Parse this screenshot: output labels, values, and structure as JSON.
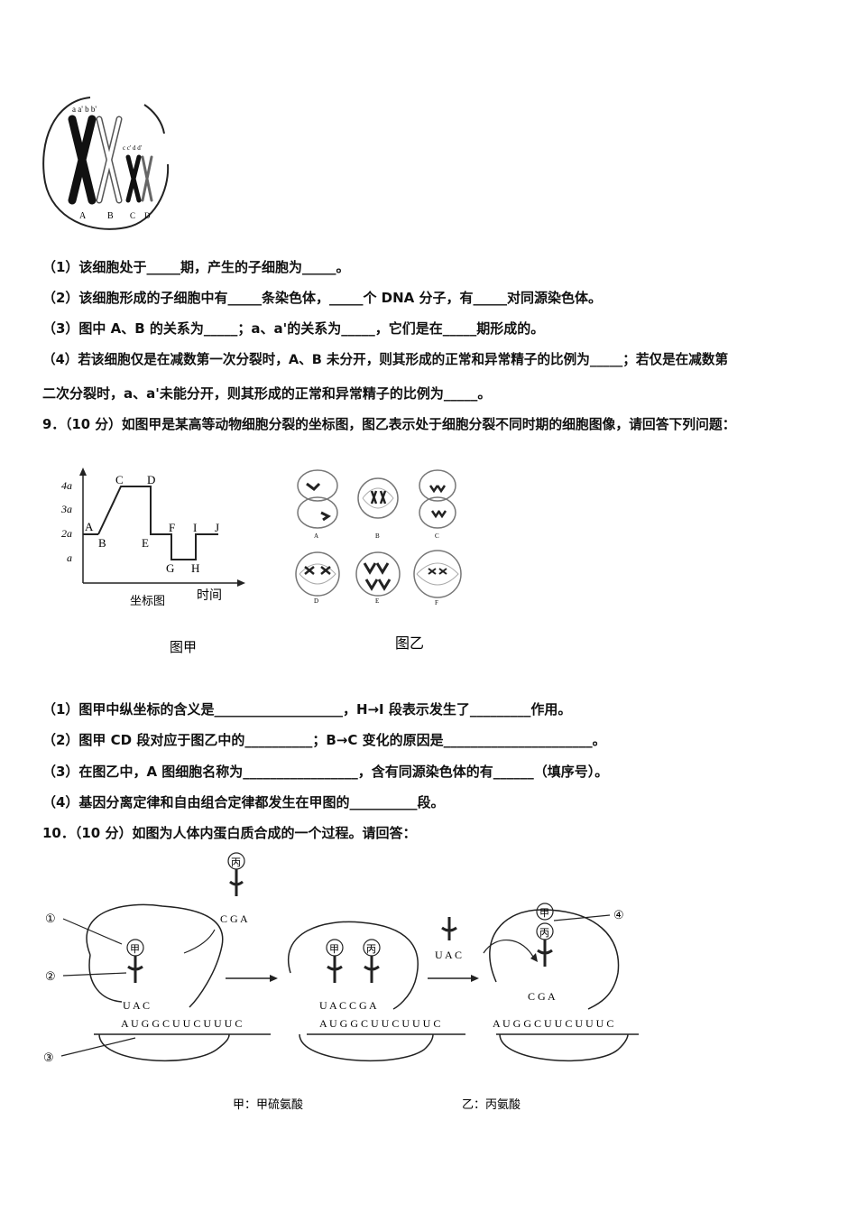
{
  "fig_chromosomes": {
    "top_labels": "a a' b b'",
    "small_labels": "c c' d d'",
    "bottom_labels": [
      "A",
      "B",
      "C",
      "D"
    ]
  },
  "q8": {
    "p1": "（1）该细胞处于_____期，产生的子细胞为_____。",
    "p2": "（2）该细胞形成的子细胞中有_____条染色体，_____个 DNA 分子，有_____对同源染色体。",
    "p3": "（3）图中 A、B 的关系为_____；a、a'的关系为_____，它们是在_____期形成的。",
    "p4a": "（4）若该细胞仅是在减数第一次分裂时，A、B 未分开，则其形成的正常和异常精子的比例为_____；若仅是在减数第",
    "p4b": "二次分裂时，a、a'未能分开，则其形成的正常和异常精子的比例为_____。"
  },
  "q9": {
    "header": "9．（10 分）如图甲是某高等动物细胞分裂的坐标图，图乙表示处于细胞分裂不同时期的细胞图像，请回答下列问题：",
    "fig_jia": {
      "y_ticks": [
        "4a",
        "3a",
        "2a",
        "a"
      ],
      "points": [
        "A",
        "B",
        "C",
        "D",
        "E",
        "F",
        "G",
        "H",
        "I",
        "J"
      ],
      "x_label": "时间",
      "subtitle": "坐标图",
      "caption": "图甲"
    },
    "fig_yi": {
      "cells": [
        "A",
        "B",
        "C",
        "D",
        "E",
        "F"
      ],
      "caption": "图乙"
    },
    "p1": "（1）图甲中纵坐标的含义是___________________，H→I 段表示发生了_________作用。",
    "p2": "（2）图甲 CD 段对应于图乙中的__________；B→C 变化的原因是______________________。",
    "p3": "（3）在图乙中，A 图细胞名称为_________________，含有同源染色体的有______（填序号）。",
    "p4": "（4）基因分离定律和自由组合定律都发生在甲图的__________段。"
  },
  "q10": {
    "header": "10．（10 分）如图为人体内蛋白质合成的一个过程。请回答：",
    "fig": {
      "markers": [
        "①",
        "②",
        "③",
        "④"
      ],
      "bing": "丙",
      "jia": "甲",
      "codon_cga": "C G A",
      "anticodon_uac": "U A C",
      "pair_uaccga": "U A C C G A",
      "mrna": "A U G G C U U C U U U C",
      "legend_jia": "甲：甲硫氨酸",
      "legend_yi": "乙：丙氨酸"
    }
  }
}
